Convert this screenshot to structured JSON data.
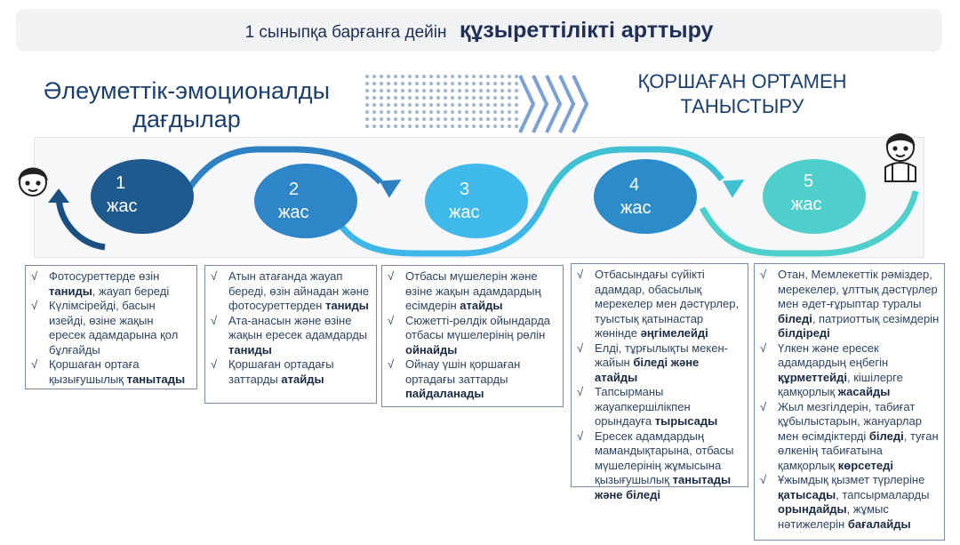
{
  "title": {
    "small": "1 сыныпқа барғанға дейін",
    "big": "құзыреттілікті арттыру"
  },
  "heading_left": [
    "Әлеуметтік-эмоционалды",
    "дағдылар"
  ],
  "heading_right": [
    "ҚОРШАҒАН ОРТАМЕН",
    "ТАНЫСТЫРУ"
  ],
  "stages": [
    {
      "num": "1",
      "unit": "жас",
      "color": "#1f5a8e"
    },
    {
      "num": "2",
      "unit": "жас",
      "color": "#2e86c9"
    },
    {
      "num": "3",
      "unit": "жас",
      "color": "#3fb8ea"
    },
    {
      "num": "4",
      "unit": "жас",
      "color": "#2c8cc9"
    },
    {
      "num": "5",
      "unit": "жас",
      "color": "#4fcfcc"
    }
  ],
  "icons": {
    "left": "boy-face-icon",
    "right": "schoolboy-icon",
    "check": "√"
  },
  "boxes": [
    [
      [
        {
          "t": "Фотосуреттерде өзін "
        },
        {
          "t": "таниды",
          "b": true
        },
        {
          "t": ", жауап береді"
        }
      ],
      [
        {
          "t": "Күлімсірейді, басын изейді, өзіне жақын ересек адамдарына қол бұлғайды"
        }
      ],
      [
        {
          "t": "Қоршаған ортаға қызығушылық "
        },
        {
          "t": "танытады",
          "b": true
        }
      ]
    ],
    [
      [
        {
          "t": "Атын атағанда жауап береді, өзін айнадан және фотосуреттерден "
        },
        {
          "t": "таниды",
          "b": true
        }
      ],
      [
        {
          "t": "Ата-анасын және өзіне жақын ересек адамдарды "
        },
        {
          "t": "таниды",
          "b": true
        }
      ],
      [
        {
          "t": "Қоршаған ортадағы заттарды "
        },
        {
          "t": "атайды",
          "b": true
        }
      ]
    ],
    [
      [
        {
          "t": "Отбасы мүшелерін және өзіне жақын адамдардың есімдерін "
        },
        {
          "t": "атайды",
          "b": true
        }
      ],
      [
        {
          "t": "Сюжетті-рөлдік ойындарда отбасы мүшелерінің рөлін "
        },
        {
          "t": "ойнайды",
          "b": true
        }
      ],
      [
        {
          "t": "Ойнау үшін қоршаған ортадағы заттарды "
        },
        {
          "t": "пайдаланады",
          "b": true
        }
      ]
    ],
    [
      [
        {
          "t": "Отбасындағы сүйікті адамдар, обасылық мерекелер мен дәстүрлер, туыстық қатынастар жөнінде "
        },
        {
          "t": "әңгімелейді",
          "b": true
        }
      ],
      [
        {
          "t": "Елді, тұрғылықты мекен-жайын "
        },
        {
          "t": "біледі және атайды",
          "b": true
        }
      ],
      [
        {
          "t": "Тапсырманы жауапкершілікпен орындауға "
        },
        {
          "t": "тырысады",
          "b": true
        }
      ],
      [
        {
          "t": "Ересек адамдардың мамандықтарына, отбасы мүшелерінің жұмысына қызығушылық "
        },
        {
          "t": "танытады және біледі",
          "b": true
        }
      ]
    ],
    [
      [
        {
          "t": "Отан, Мемлекеттік рәміздер, мерекелер, ұлттық дәстүрлер мен әдет-ғұрыптар туралы "
        },
        {
          "t": "біледі",
          "b": true
        },
        {
          "t": ", патриоттық сезімдерін "
        },
        {
          "t": "білдіреді",
          "b": true
        }
      ],
      [
        {
          "t": "Үлкен және ересек адамдардың еңбегін "
        },
        {
          "t": "құрметтейді",
          "b": true
        },
        {
          "t": ", кішілерге қамқорлық "
        },
        {
          "t": "жасайды",
          "b": true
        }
      ],
      [
        {
          "t": "Жыл мезгілдерін, табиғат құбылыстарын, жануарлар мен өсімдіктерді "
        },
        {
          "t": "біледі",
          "b": true
        },
        {
          "t": ", туған өлкенің табиғатына қамқорлық "
        },
        {
          "t": "көрсетеді",
          "b": true
        }
      ],
      [
        {
          "t": "Ұжымдық қызмет түрлеріне "
        },
        {
          "t": "қатысады",
          "b": true
        },
        {
          "t": ", тапсырмаларды "
        },
        {
          "t": "орындайды",
          "b": true
        },
        {
          "t": ", жұмыс нәтижелерін "
        },
        {
          "t": "бағалайды",
          "b": true
        }
      ]
    ]
  ]
}
